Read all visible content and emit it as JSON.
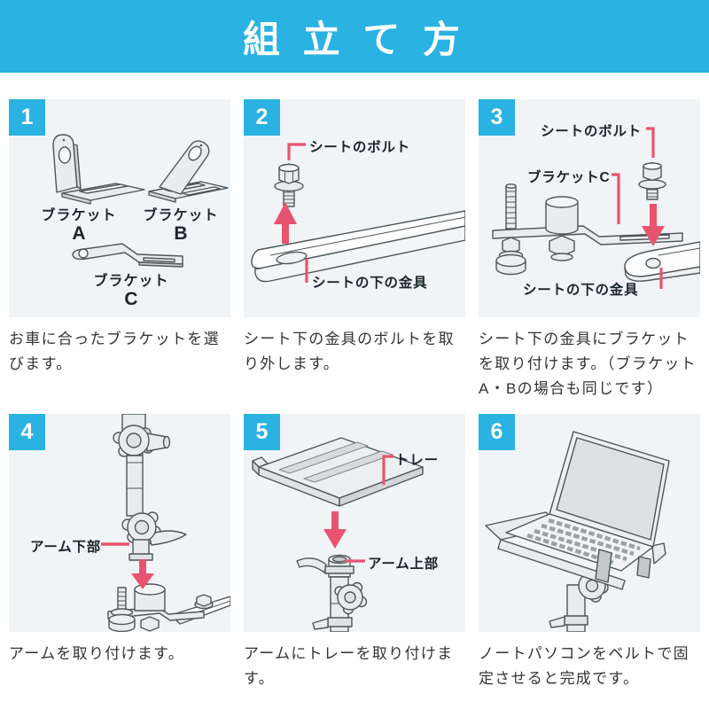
{
  "header": {
    "title": "組 立 て 方"
  },
  "colors": {
    "accent_cyan": "#29b2e2",
    "callout_pink": "#e8546f",
    "panel_bg": "#f1f4f6",
    "text_dark": "#333333"
  },
  "steps": [
    {
      "num": "1",
      "caption": "お車に合ったブラケットを選びます。",
      "labels": {
        "a_name": "ブラケット",
        "a_letter": "A",
        "b_name": "ブラケット",
        "b_letter": "B",
        "c_name": "ブラケット",
        "c_letter": "C"
      }
    },
    {
      "num": "2",
      "caption": "シート下の金具のボルトを取り外します。",
      "labels": {
        "seat_bolt": "シートのボルト",
        "seat_fitting": "シートの下の金具"
      }
    },
    {
      "num": "3",
      "caption": "シート下の金具にブラケットを取り付けます。（ブラケットA・Bの場合も同じです）",
      "labels": {
        "seat_bolt": "シートのボルト",
        "bracket_c": "ブラケットC",
        "seat_fitting": "シートの下の金具"
      }
    },
    {
      "num": "4",
      "caption": "アームを取り付けます。",
      "labels": {
        "arm_lower": "アーム下部"
      }
    },
    {
      "num": "5",
      "caption": "アームにトレーを取り付けます。",
      "labels": {
        "tray": "トレー",
        "arm_upper": "アーム上部"
      }
    },
    {
      "num": "6",
      "caption": "ノートパソコンをベルトで固定させると完成です。",
      "labels": {}
    }
  ]
}
